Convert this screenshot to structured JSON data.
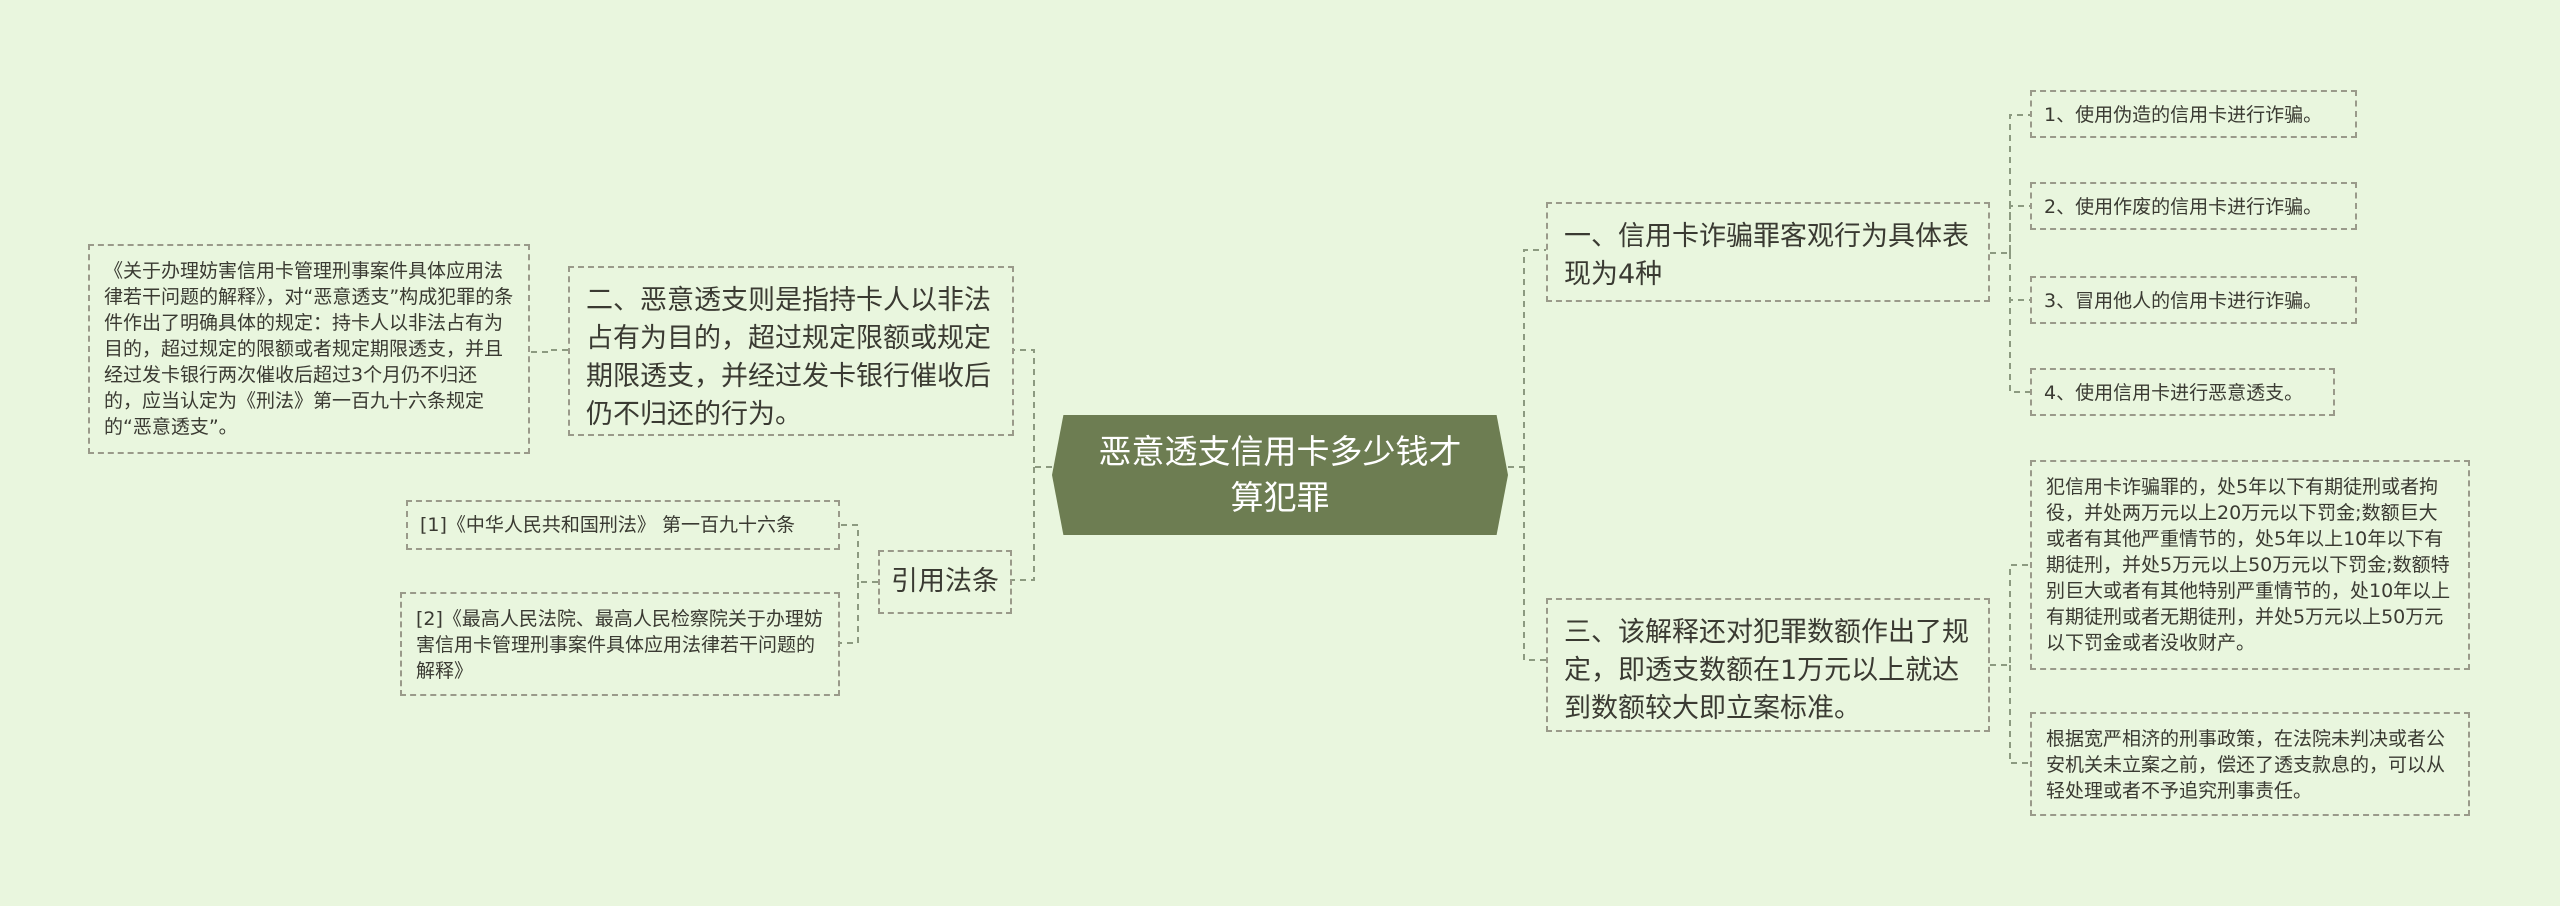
{
  "center": {
    "title": "恶意透支信用卡多少钱才算犯罪"
  },
  "right": [
    {
      "text": "一、信用卡诈骗罪客观行为具体表现为4种",
      "children": [
        "1、使用伪造的信用卡进行诈骗。",
        "2、使用作废的信用卡进行诈骗。",
        "3、冒用他人的信用卡进行诈骗。",
        "4、使用信用卡进行恶意透支。"
      ]
    },
    {
      "text": "三、该解释还对犯罪数额作出了规定，即透支数额在1万元以上就达到数额较大即立案标准。",
      "children": [
        "犯信用卡诈骗罪的，处5年以下有期徒刑或者拘役，并处两万元以上20万元以下罚金;数额巨大或者有其他严重情节的，处5年以上10年以下有期徒刑，并处5万元以上50万元以下罚金;数额特别巨大或者有其他特别严重情节的，处10年以上有期徒刑或者无期徒刑，并处5万元以上50万元以下罚金或者没收财产。",
        "根据宽严相济的刑事政策，在法院未判决或者公安机关未立案之前，偿还了透支款息的，可以从轻处理或者不予追究刑事责任。"
      ]
    }
  ],
  "left": [
    {
      "text": "二、恶意透支则是指持卡人以非法占有为目的，超过规定限额或规定期限透支，并经过发卡银行催收后仍不归还的行为。",
      "children": [
        "《关于办理妨害信用卡管理刑事案件具体应用法律若干问题的解释》，对“恶意透支”构成犯罪的条件作出了明确具体的规定：持卡人以非法占有为目的，超过规定的限额或者规定期限透支，并且经过发卡银行两次催收后超过3个月仍不归还的，应当认定为《刑法》第一百九十六条规定的“恶意透支”。"
      ]
    },
    {
      "text": "引用法条",
      "children": [
        "[1]《中华人民共和国刑法》 第一百九十六条",
        "[2]《最高人民法院、最高人民检察院关于办理妨害信用卡管理刑事案件具体应用法律若干问题的解释》"
      ]
    }
  ],
  "colors": {
    "background": "#e9f6de",
    "center_fill": "#6d7d52",
    "border": "#9a9a8a",
    "text": "#3a3a32"
  }
}
